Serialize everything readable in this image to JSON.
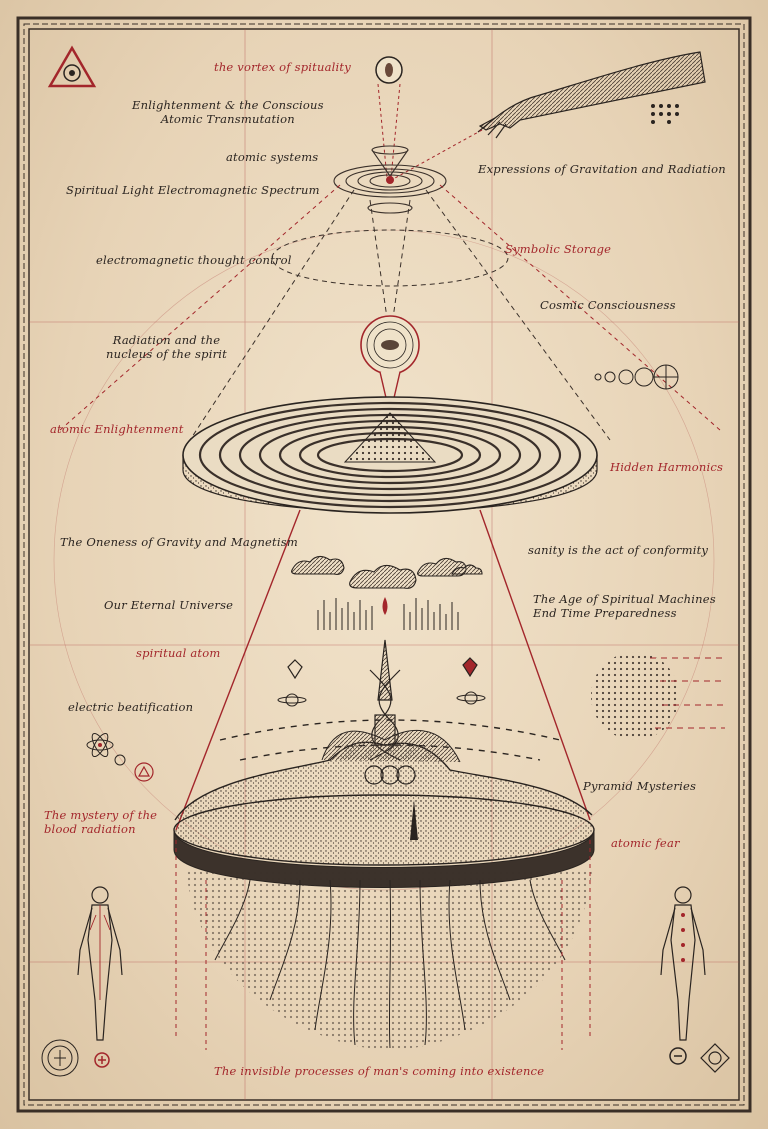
{
  "colors": {
    "paper": "#e9d8bf",
    "ink": "#2a2420",
    "red_ink": "#a3262b",
    "border": "#3a2f27"
  },
  "icons": {
    "top_left": "eye-in-triangle-icon",
    "top_center": "seed-circle-icon",
    "bottom_left_plus": "plus-circle-icon",
    "bottom_right_minus": "minus-circle-icon",
    "bottom_left_seal": "circular-seal-icon",
    "bottom_right_logo": "monogram-logo-icon"
  },
  "labels": {
    "vortex": "the vortex of spituality",
    "enlightenment": "Enlightenment & the Conscious\nAtomic Transmutation",
    "atomic_systems": "atomic systems",
    "spectrum": "Spiritual Light Electromagnetic Spectrum",
    "expressions": "Expressions of Gravitation and Radiation",
    "thought_control": "electromagnetic thought control",
    "symbolic_storage": "Symbolic Storage",
    "cosmic": "Cosmic Consciousness",
    "radiation_nucleus": "Radiation and the\nnucleus of the spirit",
    "atomic_enlightenment": "atomic Enlightenment",
    "hidden_harmonics": "Hidden Harmonics",
    "oneness": "The Oneness of Gravity and Magnetism",
    "sanity": "sanity is the act of conformity",
    "eternal": "Our Eternal Universe",
    "machines": "The Age of Spiritual Machines\nEnd Time Preparedness",
    "spiritual_atom": "spiritual atom",
    "beatification": "electric beatification",
    "pyramid": "Pyramid Mysteries",
    "blood": "The mystery of the\nblood radiation",
    "atomic_fear": "atomic fear",
    "bottom": "The invisible processes of man's coming into existence"
  }
}
